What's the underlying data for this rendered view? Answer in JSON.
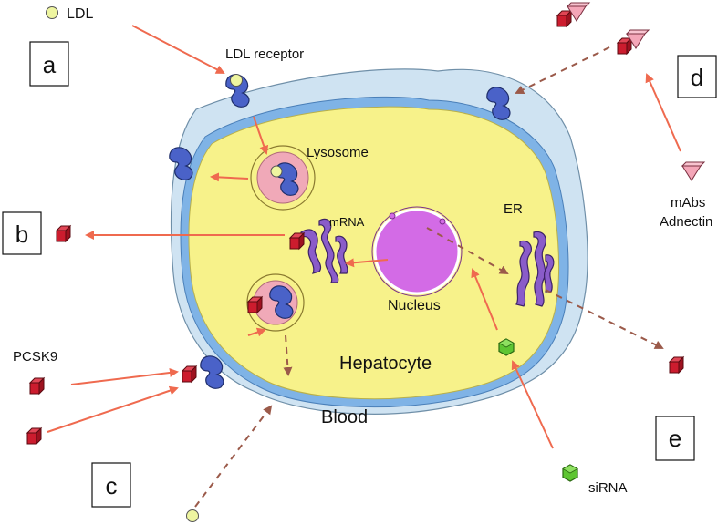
{
  "labels": {
    "ldl": "LDL",
    "ldl_receptor": "LDL receptor",
    "lysosome": "Lysosome",
    "mrna": "mRNA",
    "er": "ER",
    "nucleus": "Nucleus",
    "hepatocyte": "Hepatocyte",
    "blood": "Blood",
    "pcsk9": "PCSK9",
    "mabs": "mAbs",
    "adnectin": "Adnectin",
    "sirna": "siRNA"
  },
  "panels": {
    "a": "a",
    "b": "b",
    "c": "c",
    "d": "d",
    "e": "e"
  },
  "colors": {
    "cytoplasm": "#f7f28a",
    "membrane": "#7fb3e6",
    "outer_membrane": "#cfe3f2",
    "nucleus": "#d36be6",
    "receptor": "#4a62c8",
    "pcsk9": "#cc1c2e",
    "arrow": "#ef6a4f",
    "dashed_arrow": "#9b5a4a",
    "ldl": "#eef5a0",
    "lysosome_inner": "#f0a9b8",
    "sirna": "#5ec532",
    "antibody": "#f4a6b8",
    "er": "#8a5cc9"
  }
}
